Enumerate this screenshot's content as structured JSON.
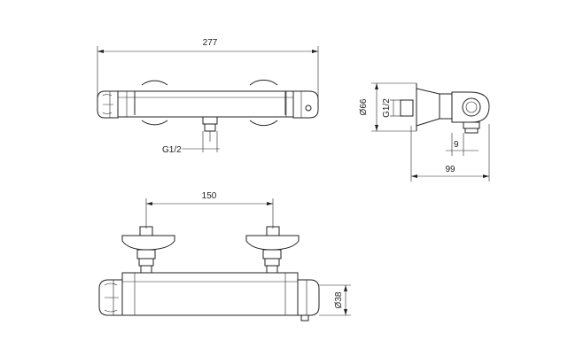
{
  "dimensions": {
    "front_width": "277",
    "front_inlet_thread": "G1/2",
    "side_diameter": "Ø66",
    "side_thread": "G1/2",
    "side_offset": "9",
    "side_depth": "99",
    "top_centers": "150",
    "top_diameter": "Ø38"
  }
}
